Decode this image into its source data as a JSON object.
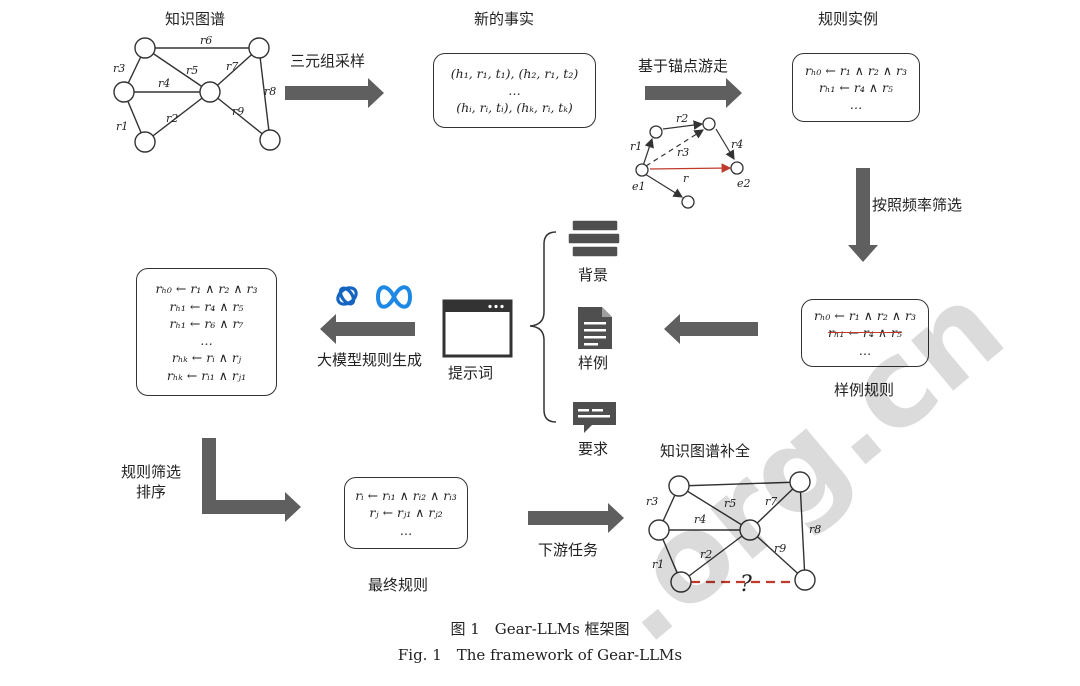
{
  "labels": {
    "kg_title": "知识图谱",
    "new_facts_title": "新的事实",
    "rule_instances_title": "规则实例",
    "triple_sampling": "三元组采样",
    "anchor_walk": "基于锚点游走",
    "freq_filter": "按照频率筛选",
    "background": "背景",
    "examples": "样例",
    "requirements": "要求",
    "prompt": "提示词",
    "llm_rule_gen": "大模型规则生成",
    "example_rules": "样例规则",
    "rule_filter_rank": [
      "规则筛选",
      "排序"
    ],
    "final_rules": "最终规则",
    "downstream": "下游任务",
    "kg_completion": "知识图谱补全"
  },
  "facts_box": [
    "(h₁, r₁, t₁), (h₂, r₁, t₂)",
    "…",
    "(hᵢ, rᵢ, tᵢ), (hₖ, rᵢ, tₖ)"
  ],
  "rule_instances": [
    "rₕ₀ ← r₁ ∧ r₂ ∧ r₃",
    "rₕ₁ ← r₄ ∧ r₅",
    "…"
  ],
  "example_rules_box": [
    "rₕ₀ ← r₁ ∧ r₂ ∧ r₃",
    "rₕ₁ ← r₄ ∧ r₅",
    "…"
  ],
  "generated_rules": [
    "rₕ₀ ← r₁ ∧ r₂ ∧ r₃",
    "rₕ₁ ← r₄ ∧ r₅",
    "rₕ₁ ← r₆ ∧ r₇",
    "…",
    "rₕₖ ← rᵢ ∧ rⱼ",
    "rₕₖ ← rᵢ₁ ∧ rⱼ₁"
  ],
  "final_rules_box": [
    "rᵢ ← rᵢ₁ ∧ rᵢ₂ ∧ rᵢ₃",
    "rⱼ ← rⱼ₁ ∧ rⱼ₂",
    "…"
  ],
  "kg_edges": [
    "r6",
    "r3",
    "r5",
    "r7",
    "r4",
    "r8",
    "r9",
    "r2",
    "r1"
  ],
  "walk_labels": [
    "r2",
    "r1",
    "r3",
    "r4",
    "r",
    "e1",
    "e2"
  ],
  "completion_question": "?",
  "caption_cn": "图 1　Gear-LLMs 框架图",
  "caption_en": "Fig. 1　The framework of Gear-LLMs",
  "watermark": ".org.cn",
  "colors": {
    "arrow": "#5f5f5f",
    "red": "#c0392b",
    "meta": "#1e88e5"
  }
}
